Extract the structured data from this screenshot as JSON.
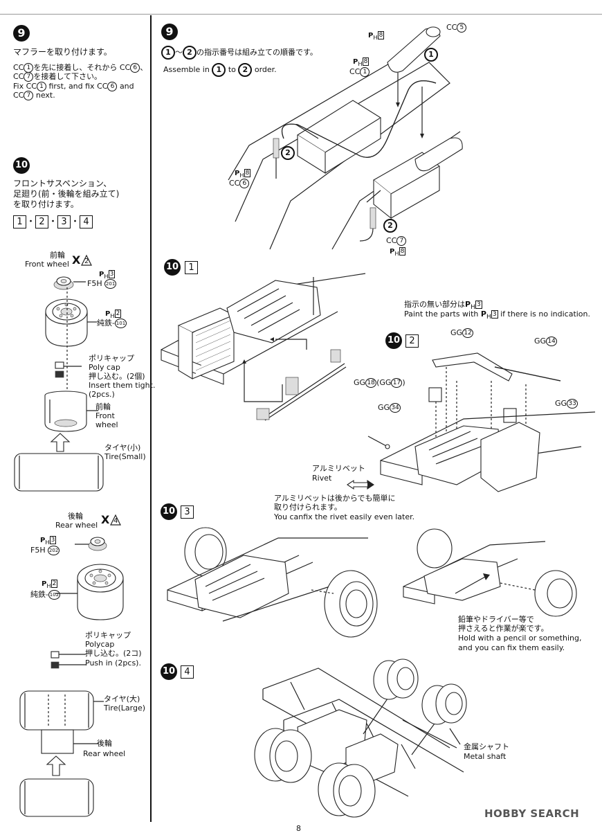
{
  "page_number": "8",
  "watermark": "HOBBY SEARCH",
  "step9_left": {
    "num": "9",
    "title": "マフラーを取り付けます。",
    "jp1_a": "CC",
    "jp1_b": "を先に接着し、それから CC",
    "jp1_c": "、",
    "jp2_a": "CC",
    "jp2_b": "を接着して下さい。",
    "en1_a": "Fix CC",
    "en1_b": "first, and fix CC",
    "en1_c": "and",
    "en2_a": "CC",
    "en2_b": "next.",
    "p1": "1",
    "p6": "6",
    "p7": "7"
  },
  "step10_left": {
    "num": "10",
    "title1": "フロントサスペンション、",
    "title2": "足廻り(前・後輪を組み立て)",
    "title3": "を取り付けます。",
    "subs": [
      "1",
      "2",
      "3",
      "4"
    ],
    "sep": "・"
  },
  "front_wheel": {
    "jp": "前輪",
    "en": "Front wheel",
    "qty": "X",
    "qty_num": "2",
    "ph_a": "3",
    "part_a": "F5H",
    "part_a_num": "201",
    "ph_b": "2",
    "part_b": "純鉄-",
    "part_b_num": "101",
    "cap_jp": "ポリキャップ",
    "cap_en": "Poly cap",
    "cap_jp2": "押し込む。(2個)",
    "cap_en2": "Insert them tight.",
    "cap_qty": "(2pcs.)",
    "wheel_jp": "前輪",
    "wheel_en1": "Front",
    "wheel_en2": "wheel",
    "tire_jp": "タイヤ(小)",
    "tire_en": "Tire(Small)"
  },
  "rear_wheel": {
    "jp": "後輪",
    "en": "Rear wheel",
    "qty": "X",
    "qty_num": "4",
    "ph_a": "3",
    "part_a": "F5H",
    "part_a_num": "202",
    "ph_b": "2",
    "part_b": "純鉄-",
    "part_b_num": "102",
    "cap_jp": "ポリキャップ",
    "cap_en": "Polycap",
    "cap_jp2": "押し込む。(2コ)",
    "cap_en2": "Push in (2pcs).",
    "tire_jp": "タイヤ(大)",
    "tire_en": "Tire(Large)",
    "wheel_jp": "後輪",
    "wheel_en": "Rear wheel"
  },
  "step9_right": {
    "num": "9",
    "order_jp": "の指示番号は組み立ての順番です。",
    "order_en_a": "Assemble in",
    "order_en_b": "to",
    "order_en_c": "order.",
    "sep": "〜",
    "o1": "1",
    "o2": "2",
    "cc5": "CC",
    "cc5n": "5",
    "ph5": "8",
    "cc1": "CC",
    "cc1n": "1",
    "ph1": "8",
    "cc6": "CC",
    "cc6n": "6",
    "ph6": "8",
    "cc7": "CC",
    "cc7n": "7",
    "ph7": "8"
  },
  "step10_1": {
    "num": "10",
    "sub": "1",
    "gg": "GG",
    "gg_a": "18",
    "gg_b": "17"
  },
  "step10_2": {
    "num": "10",
    "sub": "2",
    "note_jp": "指示の無い部分は",
    "note_jp2": "",
    "note_ph": "3",
    "note_en_a": "Paint the parts with",
    "note_en_b": "if there is no indication.",
    "gg12": "12",
    "gg14": "14",
    "gg34": "34",
    "gg33": "33",
    "gg": "GG",
    "rivet_jp": "アルミリベット",
    "rivet_en": "Rivet",
    "tip_jp1": "アルミリベットは後からでも簡単に",
    "tip_jp2": "取り付けられます。",
    "tip_en": "You canfix the rivet easily even later."
  },
  "step10_3": {
    "num": "10",
    "sub": "3",
    "tip_jp1": "鉛筆やドライバー等で",
    "tip_jp2": "押さえると作業が楽です。",
    "tip_en1": "Hold with a pencil or something,",
    "tip_en2": "and you can fix them easily."
  },
  "step10_4": {
    "num": "10",
    "sub": "4",
    "shaft_jp": "金属シャフト",
    "shaft_en": "Metal shaft"
  },
  "ph_prefix": "P",
  "ph_sub": "H"
}
